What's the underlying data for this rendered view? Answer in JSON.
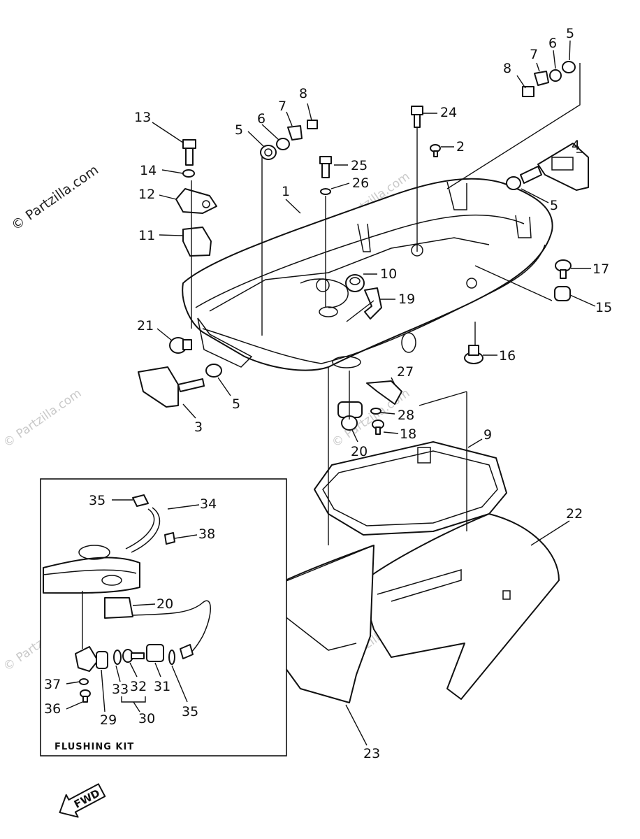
{
  "watermark": {
    "main": "© Partzilla.com",
    "faint": "© Partzilla.com"
  },
  "callouts": [
    {
      "id": "13",
      "label": "13"
    },
    {
      "id": "14",
      "label": "14"
    },
    {
      "id": "12",
      "label": "12"
    },
    {
      "id": "11",
      "label": "11"
    },
    {
      "id": "5a",
      "label": "5"
    },
    {
      "id": "6a",
      "label": "6"
    },
    {
      "id": "7a",
      "label": "7"
    },
    {
      "id": "8a",
      "label": "8"
    },
    {
      "id": "1",
      "label": "1"
    },
    {
      "id": "25",
      "label": "25"
    },
    {
      "id": "26",
      "label": "26"
    },
    {
      "id": "24",
      "label": "24"
    },
    {
      "id": "2",
      "label": "2"
    },
    {
      "id": "8b",
      "label": "8"
    },
    {
      "id": "7b",
      "label": "7"
    },
    {
      "id": "6b",
      "label": "6"
    },
    {
      "id": "5b",
      "label": "5"
    },
    {
      "id": "4",
      "label": "4"
    },
    {
      "id": "5c",
      "label": "5"
    },
    {
      "id": "10",
      "label": "10"
    },
    {
      "id": "19",
      "label": "19"
    },
    {
      "id": "17",
      "label": "17"
    },
    {
      "id": "15",
      "label": "15"
    },
    {
      "id": "21",
      "label": "21"
    },
    {
      "id": "16",
      "label": "16"
    },
    {
      "id": "3",
      "label": "3"
    },
    {
      "id": "5d",
      "label": "5"
    },
    {
      "id": "27",
      "label": "27"
    },
    {
      "id": "28",
      "label": "28"
    },
    {
      "id": "18",
      "label": "18"
    },
    {
      "id": "20a",
      "label": "20"
    },
    {
      "id": "9",
      "label": "9"
    },
    {
      "id": "22",
      "label": "22"
    },
    {
      "id": "23",
      "label": "23"
    },
    {
      "id": "35a",
      "label": "35"
    },
    {
      "id": "34",
      "label": "34"
    },
    {
      "id": "38",
      "label": "38"
    },
    {
      "id": "20b",
      "label": "20"
    },
    {
      "id": "37",
      "label": "37"
    },
    {
      "id": "36",
      "label": "36"
    },
    {
      "id": "29",
      "label": "29"
    },
    {
      "id": "33",
      "label": "33"
    },
    {
      "id": "32",
      "label": "32"
    },
    {
      "id": "31",
      "label": "31"
    },
    {
      "id": "30",
      "label": "30"
    },
    {
      "id": "35b",
      "label": "35"
    }
  ],
  "flushing_kit": {
    "title": "FLUSHING KIT"
  },
  "fwd_arrow": {
    "label": "FWD"
  }
}
